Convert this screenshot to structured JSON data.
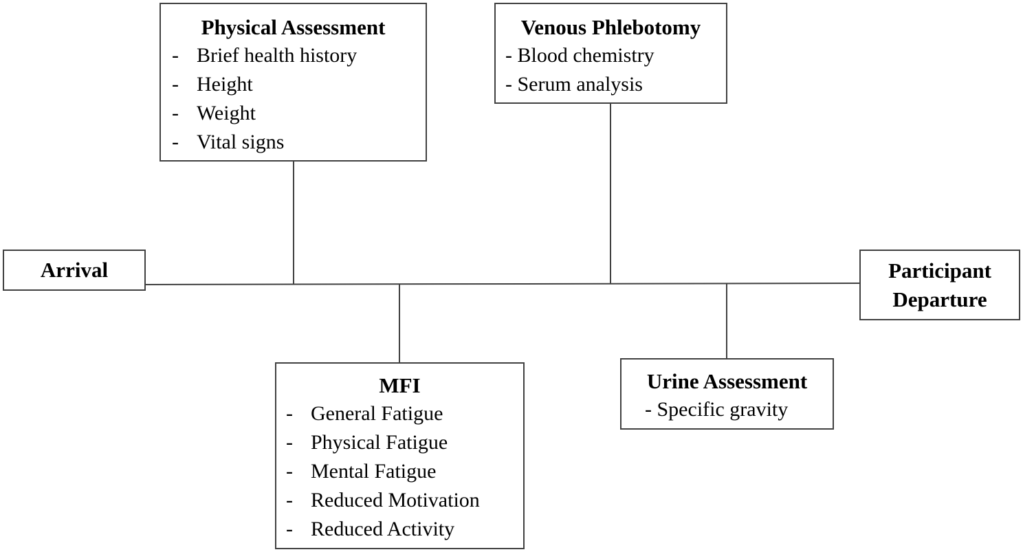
{
  "diagram": {
    "arrival": {
      "title": "Arrival"
    },
    "departure": {
      "title_lines": [
        "Participant",
        "Departure"
      ]
    },
    "physical_assessment": {
      "title": "Physical Assessment",
      "items": [
        "Brief health history",
        "Height",
        "Weight",
        "Vital signs"
      ]
    },
    "venous_phlebotomy": {
      "title": "Venous Phlebotomy",
      "items": [
        "Blood chemistry",
        "Serum analysis"
      ]
    },
    "mfi": {
      "title": "MFI",
      "items": [
        "General Fatigue",
        "Physical Fatigue",
        "Mental Fatigue",
        "Reduced Motivation",
        "Reduced Activity"
      ]
    },
    "urine_assessment": {
      "title": "Urine Assessment",
      "items": [
        "Specific gravity"
      ]
    }
  }
}
